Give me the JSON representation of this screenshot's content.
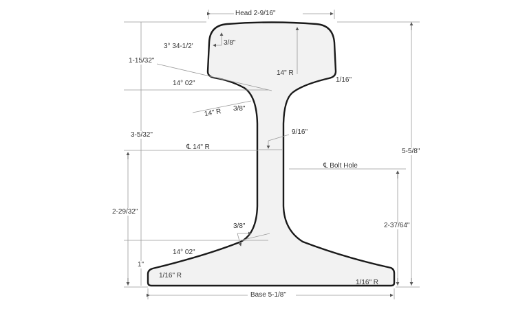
{
  "diagram": {
    "type": "rail-cross-section",
    "colors": {
      "outline": "#1a1a1a",
      "fill": "#f2f2f2",
      "dim_line": "#888888",
      "text": "#333333"
    },
    "labels": {
      "head": "Head 2-9/16\"",
      "base": "Base 5-1/8\"",
      "head_corner_radius": "3/8\"",
      "head_side_angle": "3° 34-1/2'",
      "head_top_radius": "14\" R",
      "head_underside_corner": "1/16\"",
      "head_depth": "1-15/32\"",
      "head_underside_angle": "14° 02\"",
      "head_fillet_radius": "14\" R",
      "head_fillet": "3/8\"",
      "web_thickness": "9/16\"",
      "web_height": "3-5/32\"",
      "web_centerline_radius": "℄ 14\" R",
      "bolt_hole": "℄ Bolt Hole",
      "total_height": "5-5/8\"",
      "bolt_hole_height_left": "2-29/32\"",
      "bolt_hole_height_right": "2-37/64\"",
      "base_fillet": "3/8\"",
      "base_top_angle": "14° 02\"",
      "base_thickness": "1\"",
      "base_left_corner_radius": "1/16\" R",
      "base_right_corner_radius": "1/16\" R"
    }
  }
}
